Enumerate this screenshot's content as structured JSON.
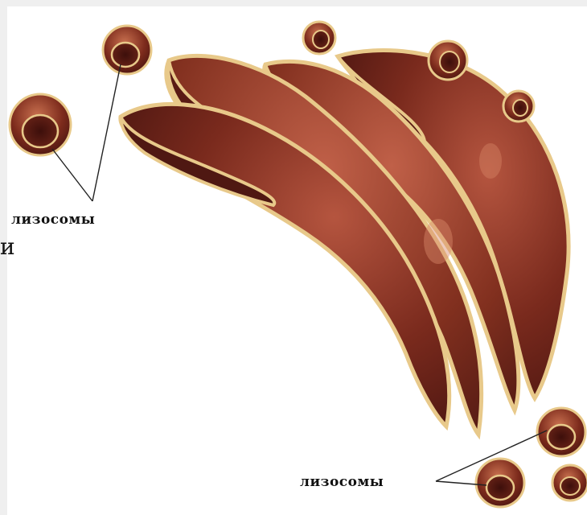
{
  "labels": {
    "top": "лизосомы",
    "bottom": "лизосомы"
  },
  "edge_text": "и",
  "colors": {
    "cisterna_dark": "#5a1a14",
    "cisterna_mid": "#8a3324",
    "cisterna_light": "#c0664a",
    "rim": "#e8c98a",
    "background": "#ffffff",
    "strip": "#efefef"
  }
}
